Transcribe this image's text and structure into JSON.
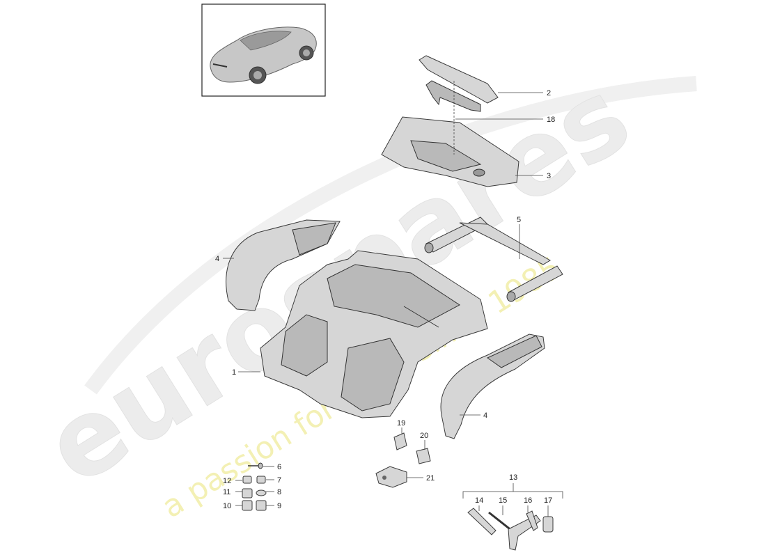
{
  "watermark": {
    "brand": "eurospares",
    "tagline": "a passion for parts since 1985"
  },
  "callouts": [
    {
      "id": "c2",
      "text": "2"
    },
    {
      "id": "c18",
      "text": "18"
    },
    {
      "id": "c3",
      "text": "3"
    },
    {
      "id": "c5",
      "text": "5"
    },
    {
      "id": "c4a",
      "text": "4"
    },
    {
      "id": "c1",
      "text": "1"
    },
    {
      "id": "c4b",
      "text": "4"
    },
    {
      "id": "c19",
      "text": "19"
    },
    {
      "id": "c20",
      "text": "20"
    },
    {
      "id": "c21",
      "text": "21"
    },
    {
      "id": "c6",
      "text": "6"
    },
    {
      "id": "c12",
      "text": "12"
    },
    {
      "id": "c7",
      "text": "7"
    },
    {
      "id": "c11",
      "text": "11"
    },
    {
      "id": "c8",
      "text": "8"
    },
    {
      "id": "c10",
      "text": "10"
    },
    {
      "id": "c9",
      "text": "9"
    },
    {
      "id": "c13",
      "text": "13"
    },
    {
      "id": "c14",
      "text": "14"
    },
    {
      "id": "c15",
      "text": "15"
    },
    {
      "id": "c16",
      "text": "16"
    },
    {
      "id": "c17",
      "text": "17"
    }
  ]
}
